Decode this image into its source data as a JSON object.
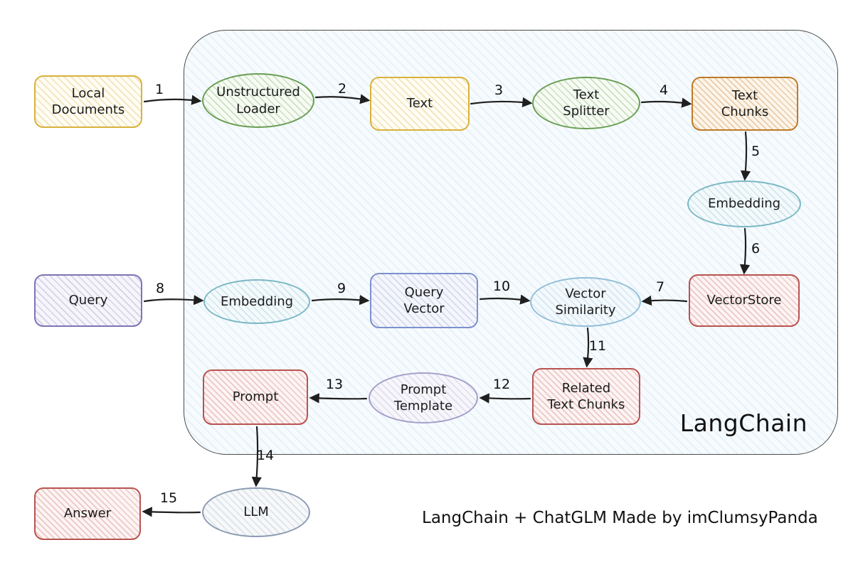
{
  "diagram": {
    "type": "flowchart",
    "container_label": "LangChain",
    "caption": "LangChain + ChatGLM Made by imClumsyPanda"
  },
  "nodes": {
    "local_documents": {
      "label": "Local\nDocuments",
      "shape": "rect",
      "stroke": "#d9b23c"
    },
    "unstructured_loader": {
      "label": "Unstructured\nLoader",
      "shape": "ellipse",
      "stroke": "#699e53"
    },
    "text": {
      "label": "Text",
      "shape": "rect",
      "stroke": "#d9b23c"
    },
    "text_splitter": {
      "label": "Text\nSplitter",
      "shape": "ellipse",
      "stroke": "#699e53"
    },
    "text_chunks": {
      "label": "Text\nChunks",
      "shape": "rect",
      "stroke": "#bf7a29"
    },
    "embedding_store": {
      "label": "Embedding",
      "shape": "ellipse",
      "stroke": "#7cb8c4"
    },
    "vector_store": {
      "label": "VectorStore",
      "shape": "rect",
      "stroke": "#b85450"
    },
    "query": {
      "label": "Query",
      "shape": "rect",
      "stroke": "#7e74b5"
    },
    "embedding_query": {
      "label": "Embedding",
      "shape": "ellipse",
      "stroke": "#7cb8c4"
    },
    "query_vector": {
      "label": "Query\nVector",
      "shape": "rect",
      "stroke": "#7d90cd"
    },
    "vector_similarity": {
      "label": "Vector\nSimilarity",
      "shape": "ellipse",
      "stroke": "#93bed8"
    },
    "related_text_chunks": {
      "label": "Related\nText Chunks",
      "shape": "rect",
      "stroke": "#b85450"
    },
    "prompt_template": {
      "label": "Prompt\nTemplate",
      "shape": "ellipse",
      "stroke": "#a49fc9"
    },
    "prompt": {
      "label": "Prompt",
      "shape": "rect",
      "stroke": "#b85450"
    },
    "llm": {
      "label": "LLM",
      "shape": "ellipse",
      "stroke": "#8c9cb3"
    },
    "answer": {
      "label": "Answer",
      "shape": "rect",
      "stroke": "#b85450"
    }
  },
  "edges": {
    "e1": {
      "label": "1",
      "from": "local_documents",
      "to": "unstructured_loader"
    },
    "e2": {
      "label": "2",
      "from": "unstructured_loader",
      "to": "text"
    },
    "e3": {
      "label": "3",
      "from": "text",
      "to": "text_splitter"
    },
    "e4": {
      "label": "4",
      "from": "text_splitter",
      "to": "text_chunks"
    },
    "e5": {
      "label": "5",
      "from": "text_chunks",
      "to": "embedding_store"
    },
    "e6": {
      "label": "6",
      "from": "embedding_store",
      "to": "vector_store"
    },
    "e7": {
      "label": "7",
      "from": "vector_store",
      "to": "vector_similarity"
    },
    "e8": {
      "label": "8",
      "from": "query",
      "to": "embedding_query"
    },
    "e9": {
      "label": "9",
      "from": "embedding_query",
      "to": "query_vector"
    },
    "e10": {
      "label": "10",
      "from": "query_vector",
      "to": "vector_similarity"
    },
    "e11": {
      "label": "11",
      "from": "vector_similarity",
      "to": "related_text_chunks"
    },
    "e12": {
      "label": "12",
      "from": "related_text_chunks",
      "to": "prompt_template"
    },
    "e13": {
      "label": "13",
      "from": "prompt_template",
      "to": "prompt"
    },
    "e14": {
      "label": "14",
      "from": "prompt",
      "to": "llm"
    },
    "e15": {
      "label": "15",
      "from": "llm",
      "to": "answer"
    }
  }
}
